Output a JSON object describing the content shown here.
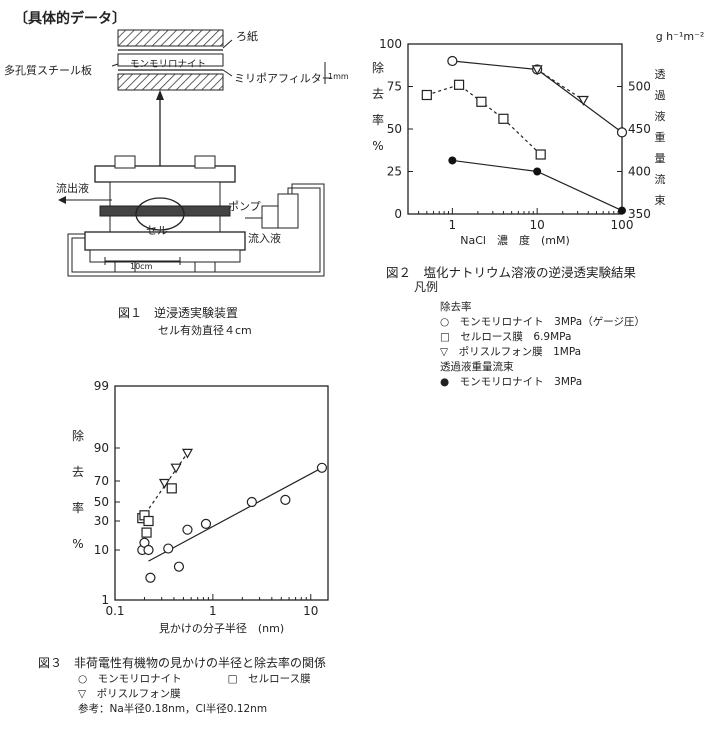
{
  "header": "〔具体的データ〕",
  "fig1": {
    "labels": {
      "filter_paper": "ろ紙",
      "porous_steel": "多孔質スチール板",
      "montmorillonite": "モンモリロナイト",
      "millipore": "ミリポアフィルター",
      "thickness": "1mm",
      "outflow": "流出液",
      "pump": "ポンプ",
      "cell": "セル",
      "scale": "10cm",
      "inflow": "流入液"
    },
    "caption_title": "図１　逆浸透実験装置",
    "caption_sub": "セル有効直径４cm"
  },
  "fig2": {
    "chart_data": {
      "type": "line",
      "x_scale": "log",
      "xlim": [
        0.3,
        100
      ],
      "x_ticks": [
        "1",
        "10",
        "100"
      ],
      "xlabel": "NaCl　濃　度　(mM)",
      "y_left": {
        "label": "除去率%",
        "ylim": [
          0,
          100
        ],
        "ticks": [
          "0",
          "25",
          "50",
          "75",
          "100"
        ]
      },
      "y_right": {
        "label": "透過液重量流束",
        "unit": "g h⁻¹m⁻²",
        "ylim": [
          350,
          550
        ],
        "ticks": [
          "350",
          "400",
          "450",
          "500"
        ]
      },
      "series": [
        {
          "marker": "circle",
          "axis": "left",
          "line": "solid",
          "x": [
            1,
            10,
            100
          ],
          "y": [
            90,
            85,
            48
          ]
        },
        {
          "marker": "square",
          "axis": "left",
          "line": "dotted",
          "x": [
            0.5,
            1.2,
            2.2,
            4,
            11
          ],
          "y": [
            70,
            76,
            66,
            56,
            35
          ]
        },
        {
          "marker": "triangle",
          "axis": "left",
          "line": "dotted",
          "x": [
            10,
            35
          ],
          "y": [
            85,
            67
          ]
        },
        {
          "marker": "filled-circle",
          "axis": "right",
          "line": "solid",
          "x": [
            1,
            10,
            100
          ],
          "y": [
            413,
            400,
            354
          ]
        }
      ]
    },
    "caption_title": "図２　塩化ナトリウム溶液の逆浸透実験結果",
    "legend": {
      "heading": "凡例",
      "sub1": "除去率",
      "item1": "モンモリロナイト　3MPa（ゲージ圧）",
      "item2": "セルロース膜　6.9MPa",
      "item3": "ポリスルフォン膜　1MPa",
      "sub2": "透過液重量流束",
      "item4": "モンモリロナイト　3MPa"
    }
  },
  "fig3": {
    "chart_data": {
      "type": "scatter",
      "x_scale": "log",
      "xlim": [
        0.1,
        15
      ],
      "x_ticks": [
        "0.1",
        "1",
        "10"
      ],
      "xlabel": "見かけの分子半径　(nm)",
      "y_scale": "probability",
      "ylabel": "除去率%",
      "y_ticks": [
        "1",
        "10",
        "30",
        "50",
        "70",
        "90",
        "99"
      ],
      "series": [
        {
          "marker": "circle",
          "x": [
            0.19,
            0.2,
            0.22,
            0.23,
            0.35,
            0.45,
            0.55,
            0.85,
            2.5,
            5.5,
            13
          ],
          "y": [
            10,
            15,
            10,
            5,
            11,
            7,
            24,
            28,
            50,
            52,
            78
          ]
        },
        {
          "marker": "square",
          "x": [
            0.19,
            0.2,
            0.21,
            0.22,
            0.38
          ],
          "y": [
            33,
            36,
            22,
            30,
            63
          ]
        },
        {
          "marker": "triangle",
          "x": [
            0.32,
            0.42,
            0.55
          ],
          "y": [
            68,
            78,
            87
          ]
        }
      ],
      "lines": [
        {
          "style": "solid",
          "x": [
            0.22,
            13
          ],
          "y": [
            8,
            78
          ]
        },
        {
          "style": "dotted",
          "x": [
            0.19,
            0.55
          ],
          "y": [
            33,
            87
          ]
        }
      ]
    },
    "caption_title": "図３　非荷電性有機物の見かけの半径と除去率の関係",
    "legend": {
      "item1": "モンモリロナイト",
      "item2": "セルロース膜",
      "item3": "ポリスルフォン膜"
    },
    "note": "参考：Na半径0.18nm，Cl半径0.12nm"
  }
}
